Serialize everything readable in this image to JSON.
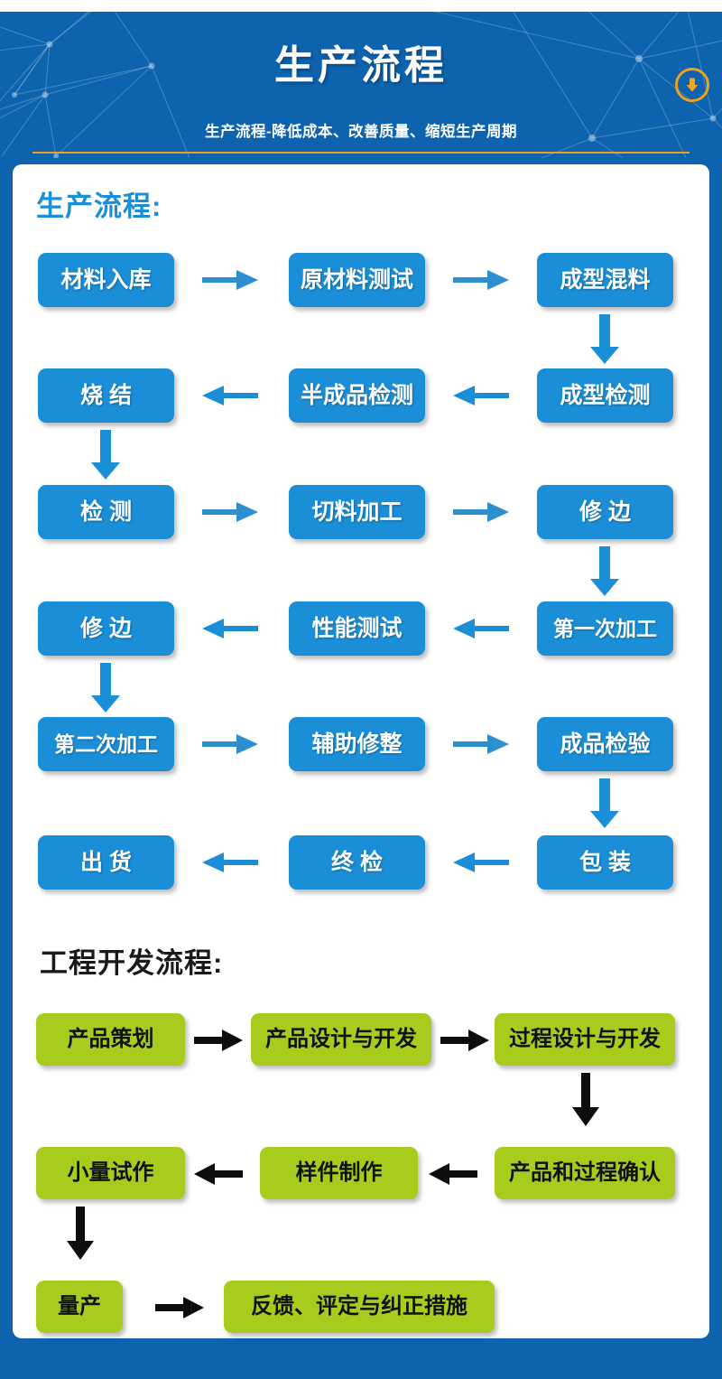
{
  "header": {
    "title": "生产流程",
    "subtitle": "生产流程-降低成本、改善质量、缩短生产周期",
    "download_icon": "arrow-down-circle-icon",
    "accent_color": "#eda11d",
    "background_color": "#0d63ae"
  },
  "sections": [
    {
      "id": "production-flow",
      "title": "生产流程:",
      "title_color": "#1a8fd8",
      "node_color": "#1a8fd8",
      "node_text_color": "#ffffff",
      "rows": [
        {
          "direction": "right",
          "nodes": [
            "材料入库",
            "原材料测试",
            "成型混料"
          ]
        },
        {
          "direction": "left",
          "nodes": [
            "烧 结",
            "半成品检测",
            "成型检测"
          ]
        },
        {
          "direction": "right",
          "nodes": [
            "检 测",
            "切料加工",
            "修 边"
          ]
        },
        {
          "direction": "left",
          "nodes": [
            "修 边",
            "性能测试",
            "第一次加工"
          ]
        },
        {
          "direction": "right",
          "nodes": [
            "第二次加工",
            "辅助修整",
            "成品检验"
          ]
        },
        {
          "direction": "left",
          "nodes": [
            "出 货",
            "终 检",
            "包 装"
          ]
        }
      ]
    },
    {
      "id": "engineering-development-flow",
      "title": "工程开发流程:",
      "title_color": "#1a1a1a",
      "node_color": "#a8cc1e",
      "node_text_color": "#111111",
      "rows": [
        {
          "direction": "right",
          "nodes": [
            "产品策划",
            "产品设计与开发",
            "过程设计与开发"
          ]
        },
        {
          "direction": "left",
          "nodes": [
            "小量试作",
            "样件制作",
            "产品和过程确认"
          ]
        },
        {
          "direction": "right",
          "nodes": [
            "量产",
            "反馈、评定与纠正措施"
          ]
        }
      ]
    }
  ]
}
